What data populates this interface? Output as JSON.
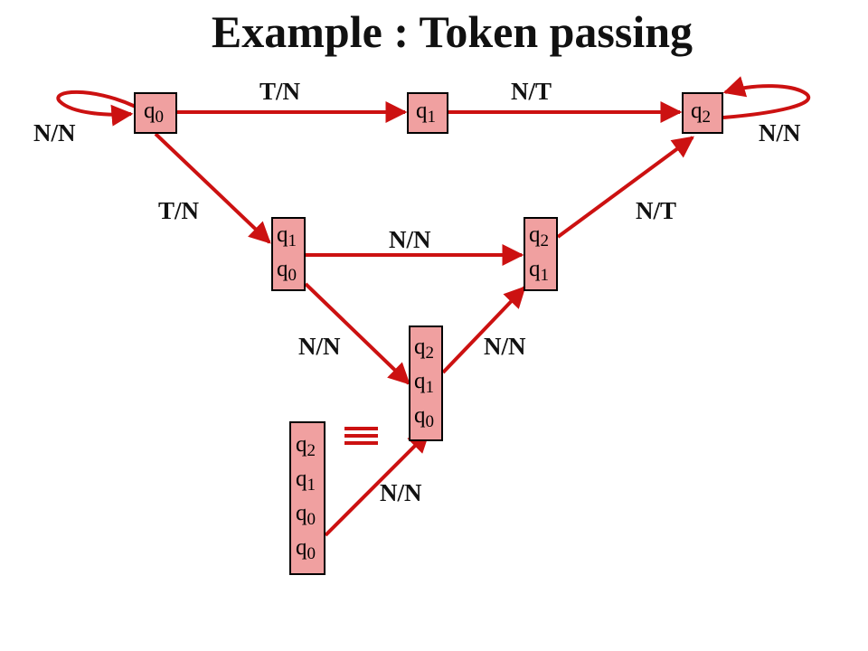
{
  "title": "Example : Token passing",
  "colors": {
    "edge": "#cc1111",
    "state_fill": "#f0a0a0",
    "state_border": "#000000"
  },
  "states": {
    "s_q0": [
      "0"
    ],
    "s_q1": [
      "1"
    ],
    "s_q2": [
      "2"
    ],
    "s_q1q0": [
      "1",
      "0"
    ],
    "s_q2q1": [
      "2",
      "1"
    ],
    "s_q2q1q0": [
      "2",
      "1",
      "0"
    ],
    "s_q2q1q0q0": [
      "2",
      "1",
      "0",
      "0"
    ]
  },
  "state_letter": "q",
  "labels": {
    "loop_left": "N/N",
    "top_left": "T/N",
    "top_right": "N/T",
    "loop_right": "N/N",
    "diag_left": "T/N",
    "diag_right": "N/T",
    "middle": "N/N",
    "low_left": "N/N",
    "low_right": "N/N",
    "bottom": "N/N"
  },
  "equivalence_symbol": "≡"
}
